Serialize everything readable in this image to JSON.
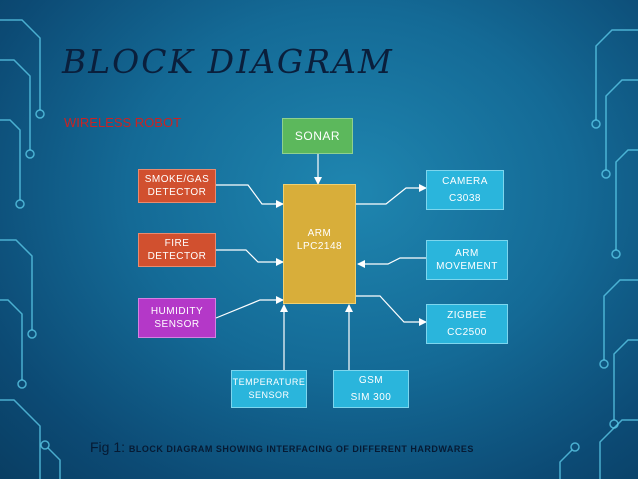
{
  "slide": {
    "title": "BLOCK DIAGRAM",
    "subtitle": "WIRELESS ROBOT",
    "caption_prefix": "Fig 1:",
    "caption_text": "BLOCK DIAGRAM SHOWING INTERFACING OF DIFFERENT HARDWARES"
  },
  "blocks": {
    "sonar": {
      "line1": "SONAR"
    },
    "smoke": {
      "line1": "SMOKE/GAS",
      "line2": "DETECTOR"
    },
    "fire": {
      "line1": "FIRE",
      "line2": "DETECTOR"
    },
    "humidity": {
      "line1": "HUMIDITY",
      "line2": "SENSOR"
    },
    "arm_mcu": {
      "line1": "ARM",
      "line2": "LPC2148"
    },
    "camera": {
      "line1": "CAMERA",
      "line2": "C3038"
    },
    "arm_movement": {
      "line1": "ARM",
      "line2": "MOVEMENT"
    },
    "zigbee": {
      "line1": "ZIGBEE",
      "line2": "CC2500"
    },
    "temperature": {
      "line1": "TEMPERATURE",
      "line2": "SENSOR"
    },
    "gsm": {
      "line1": "GSM",
      "line2": "SIM 300"
    }
  },
  "colors": {
    "sonar": "#5cb85c",
    "sensor_red": "#d1502f",
    "humidity": "#b438c8",
    "cyan_blocks": "#2ab5dc",
    "mcu": "#d8ae3a",
    "title": "#0a1f3c",
    "subtitle": "#cc2222"
  }
}
